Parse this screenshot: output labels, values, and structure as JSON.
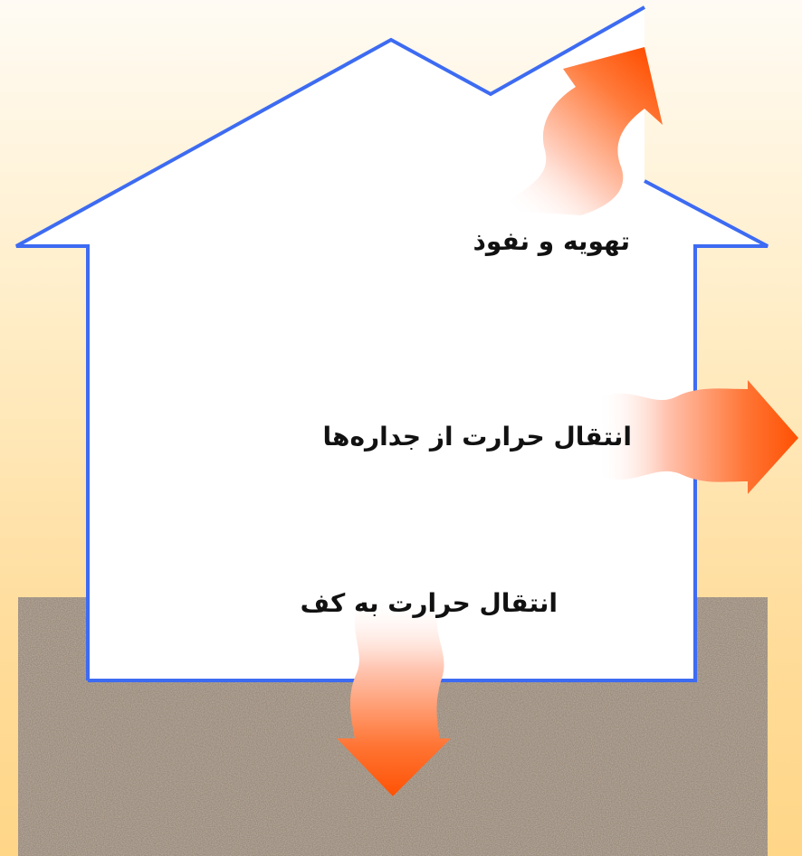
{
  "labels": {
    "ventilation": "تهویه و نفوذ",
    "walls": "انتقال حرارت از جداره‌ها",
    "floor": "انتقال حرارت به کف"
  },
  "colors": {
    "house_outline": "#3d6bf2",
    "house_fill": "#ffffff",
    "ground": "#9c8c7c",
    "arrow_head": "#ff5a0a",
    "arrow_tail": "#ffffff",
    "background_top": "#fffbf4",
    "background_bottom": "#ffd688"
  },
  "icons": {
    "roof_arrow": "wavy-heat-arrow-up-right",
    "wall_arrow": "wavy-heat-arrow-right",
    "floor_arrow": "wavy-heat-arrow-down"
  }
}
